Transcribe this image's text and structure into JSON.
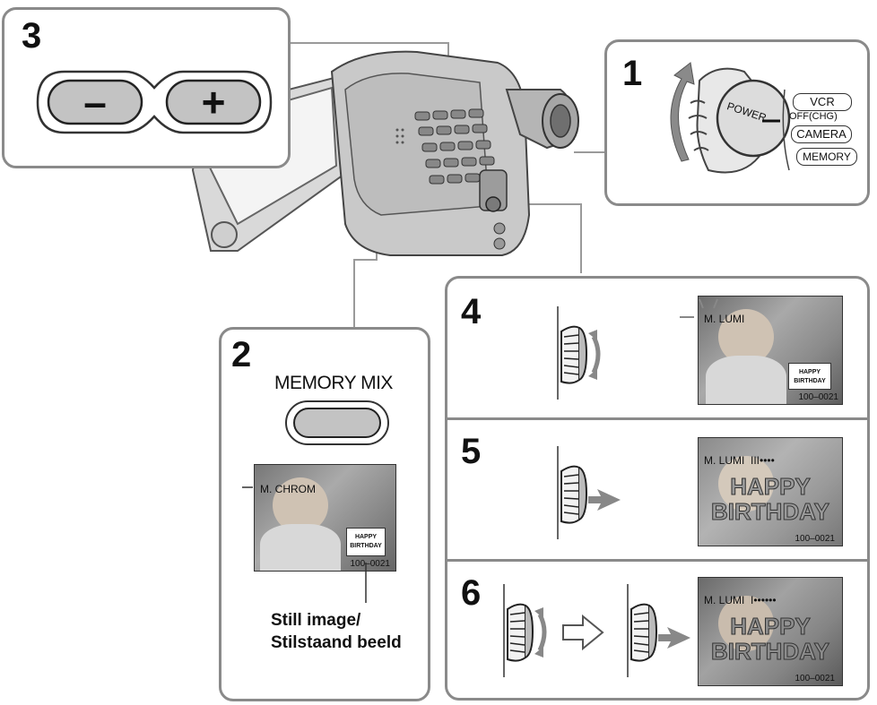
{
  "steps": {
    "s1": "1",
    "s2": "2",
    "s3": "3",
    "s4": "4",
    "s5": "5",
    "s6": "6"
  },
  "step3": {
    "minus_label": "–",
    "plus_label": "+"
  },
  "step1": {
    "power_label": "POWER",
    "modes": [
      "VCR",
      "OFF(CHG)",
      "CAMERA",
      "MEMORY"
    ]
  },
  "step2": {
    "button_label": "MEMORY MIX",
    "screen_overlay": "M. CHROM",
    "card_line1": "HAPPY",
    "card_line2": "BIRTHDAY",
    "counter": "100–0021",
    "caption_line1": "Still image/",
    "caption_line2": "Stilstaand beeld"
  },
  "step4": {
    "overlay": "M. LUMI",
    "card_line1": "HAPPY",
    "card_line2": "BIRTHDAY",
    "counter": "100–0021"
  },
  "step5": {
    "overlay": "M. LUMI",
    "level": "III••••",
    "big_line1": "HAPPY",
    "big_line2": "BIRTHDAY",
    "counter": "100–0021"
  },
  "step6": {
    "overlay": "M. LUMI",
    "level": "I••••••",
    "big_line1": "HAPPY",
    "big_line2": "BIRTHDAY",
    "counter": "100–0021"
  }
}
